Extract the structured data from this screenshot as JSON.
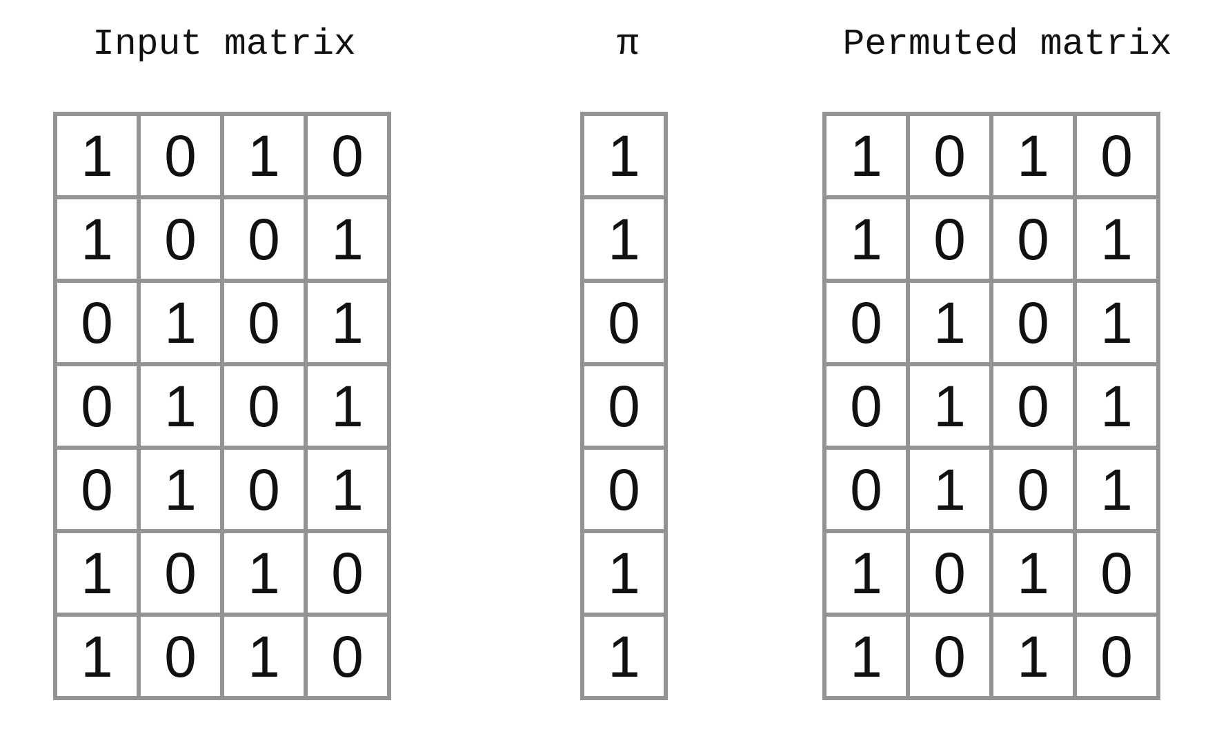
{
  "panels": {
    "input": {
      "title": "Input matrix",
      "rows": [
        [
          "1",
          "0",
          "1",
          "0"
        ],
        [
          "1",
          "0",
          "0",
          "1"
        ],
        [
          "0",
          "1",
          "0",
          "1"
        ],
        [
          "0",
          "1",
          "0",
          "1"
        ],
        [
          "0",
          "1",
          "0",
          "1"
        ],
        [
          "1",
          "0",
          "1",
          "0"
        ],
        [
          "1",
          "0",
          "1",
          "0"
        ]
      ]
    },
    "pi": {
      "title": "π",
      "rows": [
        [
          "1"
        ],
        [
          "1"
        ],
        [
          "0"
        ],
        [
          "0"
        ],
        [
          "0"
        ],
        [
          "1"
        ],
        [
          "1"
        ]
      ]
    },
    "permuted": {
      "title": "Permuted matrix",
      "rows": [
        [
          "1",
          "0",
          "1",
          "0"
        ],
        [
          "1",
          "0",
          "0",
          "1"
        ],
        [
          "0",
          "1",
          "0",
          "1"
        ],
        [
          "0",
          "1",
          "0",
          "1"
        ],
        [
          "0",
          "1",
          "0",
          "1"
        ],
        [
          "1",
          "0",
          "1",
          "0"
        ],
        [
          "1",
          "0",
          "1",
          "0"
        ]
      ]
    }
  },
  "colors": {
    "grid_border": "#939393",
    "text": "#111111",
    "background": "#ffffff"
  }
}
